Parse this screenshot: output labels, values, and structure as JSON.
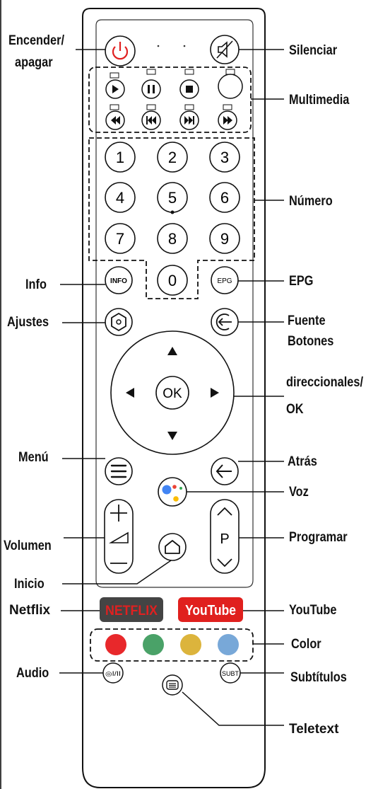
{
  "labels": {
    "power": [
      "Encender/",
      "apagar"
    ],
    "mute": "Silenciar",
    "media": "Multimedia",
    "number": "Número",
    "info": "Info",
    "epg": "EPG",
    "settings": "Ajustes",
    "source": [
      "Fuente",
      "Botones"
    ],
    "dpad": [
      "direccionales/",
      "OK"
    ],
    "menu": "Menú",
    "back": "Atrás",
    "voice": "Voz",
    "volume": "Volumen",
    "program": "Programar",
    "home": "Inicio",
    "netflix": "Netflix",
    "youtube": "YouTube",
    "color": "Color",
    "audio": "Audio",
    "subtitles": "Subtítulos",
    "teletext": "Teletext"
  },
  "buttons": {
    "digits": [
      "1",
      "2",
      "3",
      "4",
      "5",
      "6",
      "7",
      "8",
      "9",
      "0"
    ],
    "info": "INFO",
    "epg": "EPG",
    "ok": "OK",
    "p": "P",
    "netflix": "NETFLIX",
    "youtube": "YouTube",
    "audio": "◎I/II",
    "subt": "SUBT"
  },
  "colors": {
    "red": "#e8282b",
    "green": "#4aa268",
    "yellow": "#dcb43c",
    "blue": "#78a8d8",
    "power_red": "#e02020",
    "netflix_bg": "#444444",
    "netflix_text": "#e02020",
    "youtube_bg": "#e0201e",
    "google_blue": "#4285f4",
    "google_red": "#ea4335",
    "google_yellow": "#fbbc04",
    "google_green": "#34a853"
  }
}
